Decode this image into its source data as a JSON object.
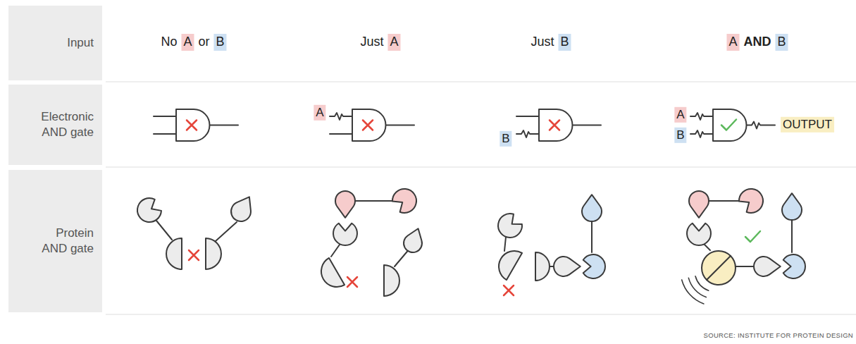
{
  "diagram": {
    "nodes": [
      {
        "text": [
          "Input"
        ]
      },
      {
        "text": [
          "Electronic AND gate"
        ]
      },
      {
        "text": [
          "Protein AND gate"
        ]
      }
    ],
    "labels": [
      "No",
      "A",
      "or",
      "B",
      "Just",
      "A",
      "Just",
      "B",
      "A",
      "AND",
      "B",
      "A",
      "B",
      "A",
      "B",
      "OUTPUT",
      "SOURCE: INSTITUTE FOR PROTEIN DESIGN"
    ]
  }
}
